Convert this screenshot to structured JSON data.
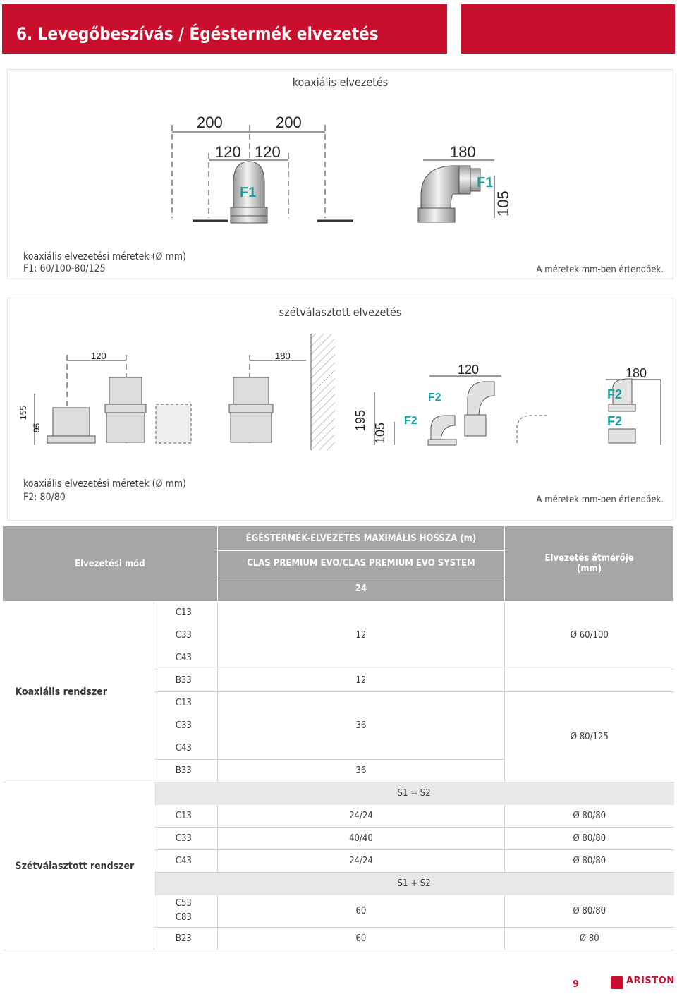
{
  "header": {
    "title": "6. Levegőbeszívás / Égéstermék elvezetés"
  },
  "coaxial_panel": {
    "title": "koaxiális elvezetés",
    "dims_top": [
      "200",
      "200"
    ],
    "dims_mid": [
      "120",
      "120"
    ],
    "elbow_dims": [
      "180",
      "105"
    ],
    "labels": [
      "F1",
      "F1"
    ],
    "caption_line1": "koaxiális elvezetési méretek (Ø mm)",
    "caption_line2": "F1: 60/100-80/125",
    "note": "A méretek mm-ben értendőek."
  },
  "separate_panel": {
    "title": "szétválasztott elvezetés",
    "dims_top": [
      "120",
      "180"
    ],
    "dims_left": [
      "155",
      "95"
    ],
    "elbow_dims": [
      "120",
      "195",
      "105",
      "180"
    ],
    "labels": [
      "F2",
      "F2",
      "F2",
      "F2"
    ],
    "caption_line1": "koaxiális elvezetési méretek (Ø mm)",
    "caption_line2": "F2: 80/80",
    "note": "A méretek mm-ben értendőek."
  },
  "table": {
    "header": {
      "mode": "Elvezetési mód",
      "max_length": "ÉGÉSTERMÉK-ELVEZETÉS MAXIMÁLIS HOSSZA (m)",
      "model": "CLAS PREMIUM EVO/CLAS PREMIUM EVO SYSTEM",
      "power": "24",
      "diameter": "Elvezetés átmérője (mm)"
    },
    "coaxial": {
      "mode": "Koaxiális rendszer",
      "codes": [
        "C13",
        "C33",
        "C43",
        "B33",
        "C13",
        "C33",
        "C43",
        "B33"
      ],
      "values": [
        "12",
        "12",
        "36",
        "36"
      ],
      "diameters": [
        "Ø 60/100",
        "Ø 80/125"
      ]
    },
    "separate": {
      "mode": "Szétválasztott rendszer",
      "sub1": "S1 = S2",
      "sub2": "S1 + S2",
      "rows1": [
        {
          "code": "C13",
          "value": "24/24",
          "diameter": "Ø 80/80"
        },
        {
          "code": "C33",
          "value": "40/40",
          "diameter": "Ø 80/80"
        },
        {
          "code": "C43",
          "value": "24/24",
          "diameter": "Ø 80/80"
        }
      ],
      "rows2": [
        {
          "code": "C53",
          "code2": "C83",
          "value": "60",
          "diameter": "Ø 80/80"
        },
        {
          "code": "B23",
          "value": "60",
          "diameter": "Ø 80"
        }
      ]
    }
  },
  "footer": {
    "page": "9",
    "brand": "ARISTON"
  },
  "colors": {
    "accent": "#c8102e",
    "header_gray": "#a6a6a6",
    "sub_gray": "#e8e8e8",
    "label_teal": "#1aa3a3"
  }
}
